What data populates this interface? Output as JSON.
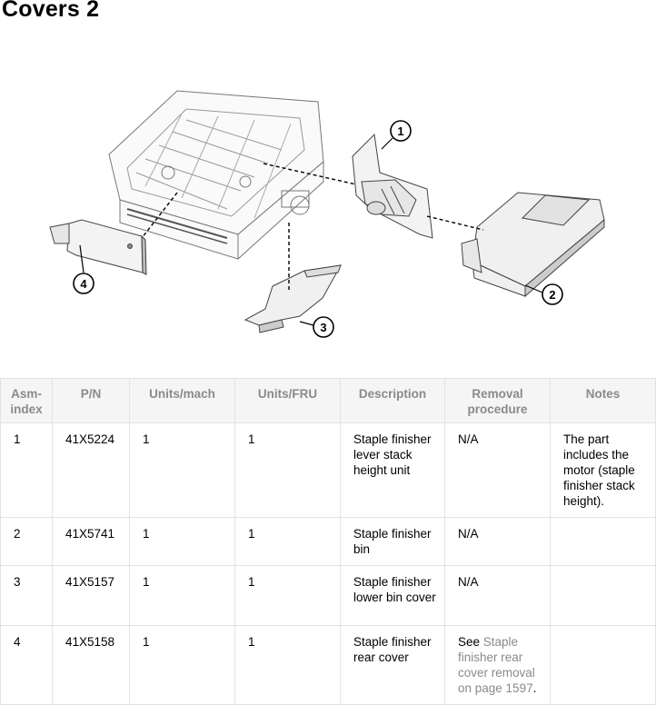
{
  "page": {
    "title": "Covers 2"
  },
  "diagram": {
    "callouts": [
      "1",
      "2",
      "3",
      "4"
    ]
  },
  "table": {
    "headers": [
      "Asm-\nindex",
      "P/N",
      "Units/mach",
      "Units/FRU",
      "Description",
      "Removal\nprocedure",
      "Notes"
    ],
    "rows": [
      {
        "index": "1",
        "pn": "41X5224",
        "units_mach": "1",
        "units_fru": "1",
        "description": "Staple finisher lever stack height unit",
        "removal_text": "N/A",
        "notes": "The part includes the motor (staple finisher stack height)."
      },
      {
        "index": "2",
        "pn": "41X5741",
        "units_mach": "1",
        "units_fru": "1",
        "description": "Staple finisher bin",
        "removal_text": "N/A",
        "notes": ""
      },
      {
        "index": "3",
        "pn": "41X5157",
        "units_mach": "1",
        "units_fru": "1",
        "description": "Staple finisher lower bin cover",
        "removal_text": "N/A",
        "notes": ""
      },
      {
        "index": "4",
        "pn": "41X5158",
        "units_mach": "1",
        "units_fru": "1",
        "description": "Staple finisher rear cover",
        "removal_prefix": "See ",
        "removal_link": "Staple finisher rear cover removal on page 1597",
        "removal_suffix": ".",
        "notes": ""
      }
    ]
  }
}
